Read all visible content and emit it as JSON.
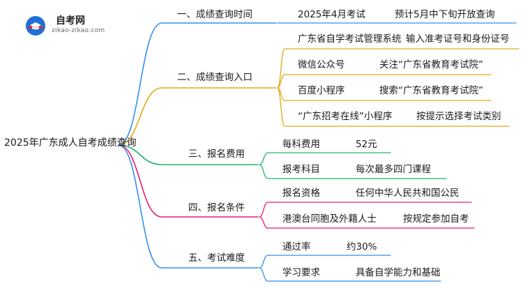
{
  "logo": {
    "title": "自考网",
    "url": "zikao-zikao.com"
  },
  "root": "2025年广东成人自考成绩查询",
  "branches": [
    {
      "label": "一、成绩查询时间",
      "color": "#2f8ff0",
      "items": [
        {
          "key": "2025年4月考试",
          "value": "预计5月中下旬开放查询"
        }
      ]
    },
    {
      "label": "二、成绩查询入口",
      "color": "#e4a817",
      "items": [
        {
          "key": "广东省自学考试管理系统",
          "value": "输入准考证号和身份证号"
        },
        {
          "key": "微信公众号",
          "value": "关注“广东省教育考试院”"
        },
        {
          "key": "百度小程序",
          "value": "搜索“广东省教育考试院”"
        },
        {
          "key": "“广东招考在线”小程序",
          "value": "按提示选择考试类别"
        }
      ]
    },
    {
      "label": "三、报名费用",
      "color": "#1cb568",
      "items": [
        {
          "key": "每科费用",
          "value": "52元"
        },
        {
          "key": "报考科目",
          "value": "每次最多四门课程"
        }
      ]
    },
    {
      "label": "四、报名条件",
      "color": "#e8197a",
      "items": [
        {
          "key": "报名资格",
          "value": "任何中华人民共和国公民"
        },
        {
          "key": "港澳台同胞及外籍人士",
          "value": "按规定参加自考"
        }
      ]
    },
    {
      "label": "五、考试难度",
      "color": "#2f8ff0",
      "items": [
        {
          "key": "通过率",
          "value": "约30%"
        },
        {
          "key": "学习要求",
          "value": "具备自学能力和基础"
        }
      ]
    }
  ]
}
